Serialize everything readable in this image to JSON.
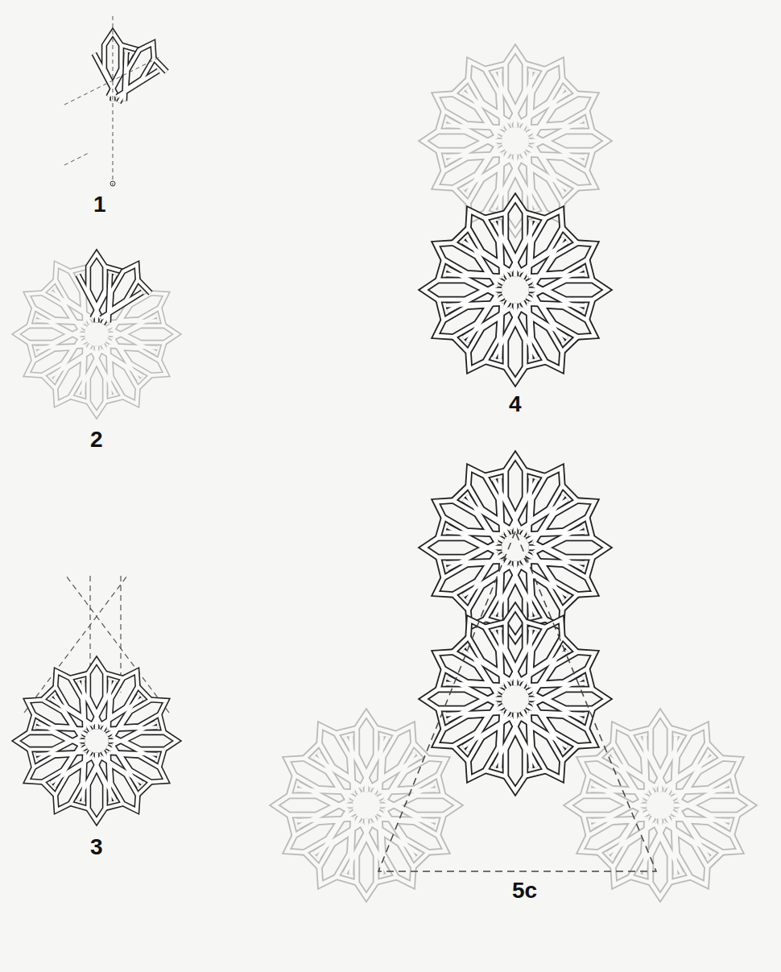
{
  "diagram": {
    "labels": [
      "1",
      "2",
      "3",
      "4",
      "5c"
    ]
  }
}
